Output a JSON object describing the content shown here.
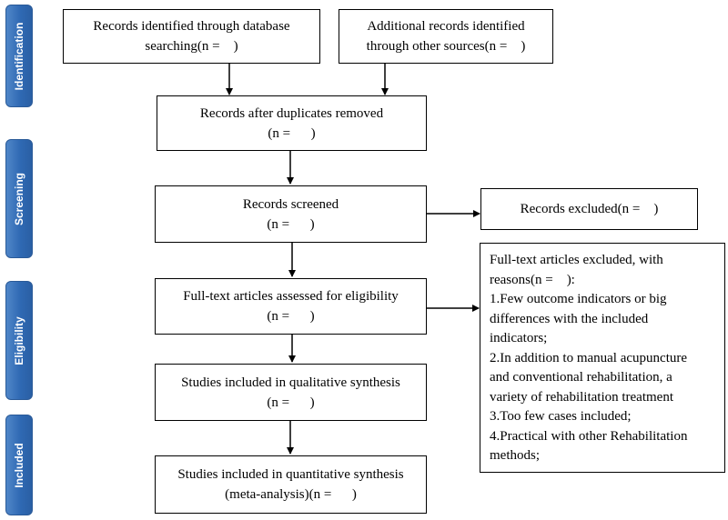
{
  "stages": {
    "identification": "Identification",
    "screening": "Screening",
    "eligibility": "Eligibility",
    "included": "Included"
  },
  "boxes": {
    "db_search": [
      "Records identified through database",
      "searching(n =    )"
    ],
    "other_sources": [
      "Additional records identified",
      "through other sources(n =    )"
    ],
    "after_duplicates": [
      "Records after duplicates removed",
      "(n =      )"
    ],
    "screened": [
      "Records screened",
      "(n =      )"
    ],
    "excluded": [
      "Records excluded(n =    )"
    ],
    "eligibility": [
      "Full-text articles assessed for eligibility",
      "(n =      )"
    ],
    "fulltext_excluded": [
      "Full-text articles excluded, with",
      "reasons(n =    ):",
      "1.Few outcome indicators or big",
      "differences with the included",
      "indicators;",
      "2.In addition to manual acupuncture",
      "and conventional rehabilitation, a",
      "variety of rehabilitation treatment",
      "3.Too few cases included;",
      "4.Practical with other Rehabilitation",
      "methods;"
    ],
    "qualitative": [
      "Studies included in qualitative synthesis",
      "(n =      )"
    ],
    "quantitative": [
      "Studies included in quantitative synthesis",
      "(meta-analysis)(n =      )"
    ]
  }
}
